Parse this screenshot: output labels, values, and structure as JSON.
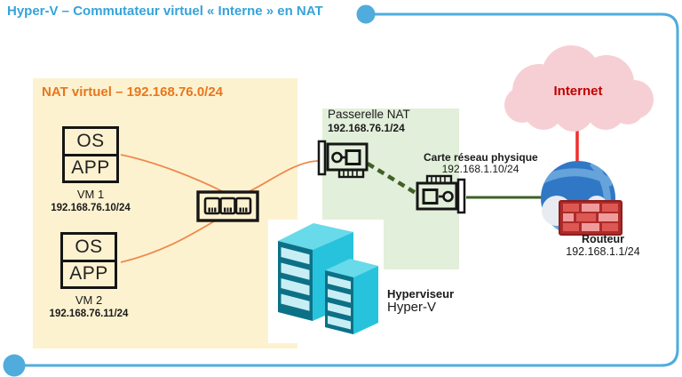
{
  "title": "Hyper-V – Commutateur virtuel « Interne » en NAT",
  "colors": {
    "accent_border": "#4FACDC",
    "title_blue": "#36A3D9",
    "nat_box_bg": "#FDF2D0",
    "nat_label_orange": "#E8761D",
    "gateway_box_bg": "#E2EFDA",
    "orange_link": "#ED8A4C",
    "green_link": "#3F6126",
    "red_link": "#F02E2E",
    "cloud_pink": "#F6CFD4",
    "internet_red": "#C00000"
  },
  "nat_network": {
    "label": "NAT virtuel – 192.168.76.0/24"
  },
  "vms": [
    {
      "os": "OS",
      "app": "APP",
      "name": "VM 1",
      "ip": "192.168.76.10/24"
    },
    {
      "os": "OS",
      "app": "APP",
      "name": "VM 2",
      "ip": "192.168.76.11/24"
    }
  ],
  "nat_gateway": {
    "label": "Passerelle NAT",
    "ip": "192.168.76.1/24"
  },
  "physical_nic": {
    "label": "Carte réseau physique",
    "ip": "192.168.1.10/24"
  },
  "internet": {
    "label": "Internet"
  },
  "router": {
    "label": "Routeur",
    "ip": "192.168.1.1/24"
  },
  "hypervisor": {
    "label": "Hyperviseur",
    "product": "Hyper-V"
  }
}
